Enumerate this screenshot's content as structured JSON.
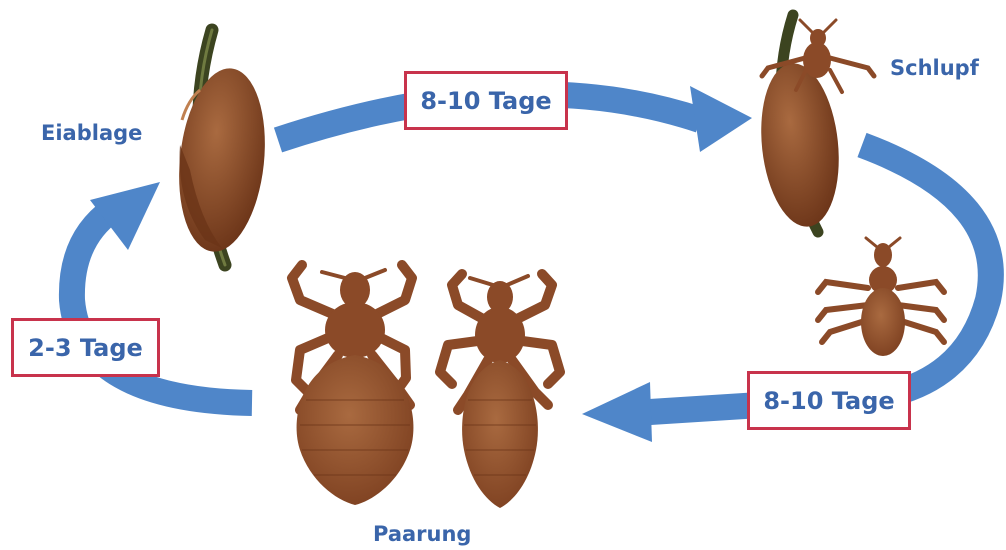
{
  "colors": {
    "arrow": "#4f86c9",
    "label": "#3a65aa",
    "box_border": "#c8334c",
    "box_text": "#3a65aa",
    "louse_body": "#8b4a28",
    "louse_dark": "#6b3418",
    "louse_light": "#a96a40",
    "hair": "#3c4420"
  },
  "stages": {
    "egg_laying": "Eiablage",
    "hatching": "Schlupf",
    "mating": "Paarung"
  },
  "durations": {
    "egg_to_hatch": "8-10 Tage",
    "hatch_to_adult": "8-10 Tage",
    "mating_to_eggs": "2-3 Tage"
  },
  "icons": [
    "nit-on-hair-icon",
    "hatching-nymph-icon",
    "nymph-louse-icon",
    "adult-female-louse-icon",
    "adult-male-louse-icon"
  ]
}
